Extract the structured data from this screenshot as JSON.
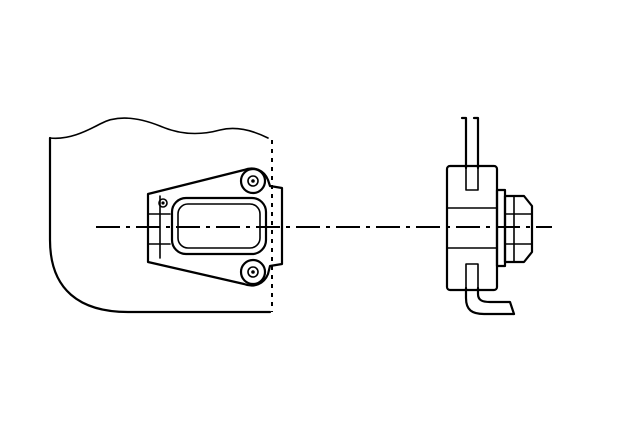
{
  "figure": {
    "background_color": "#ffffff",
    "line_color": "#000000",
    "parts": [
      {
        "name": "cylinder-head-side-view"
      },
      {
        "name": "exhaust-manifold-gasket"
      },
      {
        "name": "gasket-port-opening"
      },
      {
        "name": "mounting-stud-upper"
      },
      {
        "name": "mounting-stud-lower"
      },
      {
        "name": "exhaust-center-axis"
      },
      {
        "name": "gasket-edge-view"
      },
      {
        "name": "flange-nut"
      },
      {
        "name": "tab-wire"
      }
    ]
  }
}
